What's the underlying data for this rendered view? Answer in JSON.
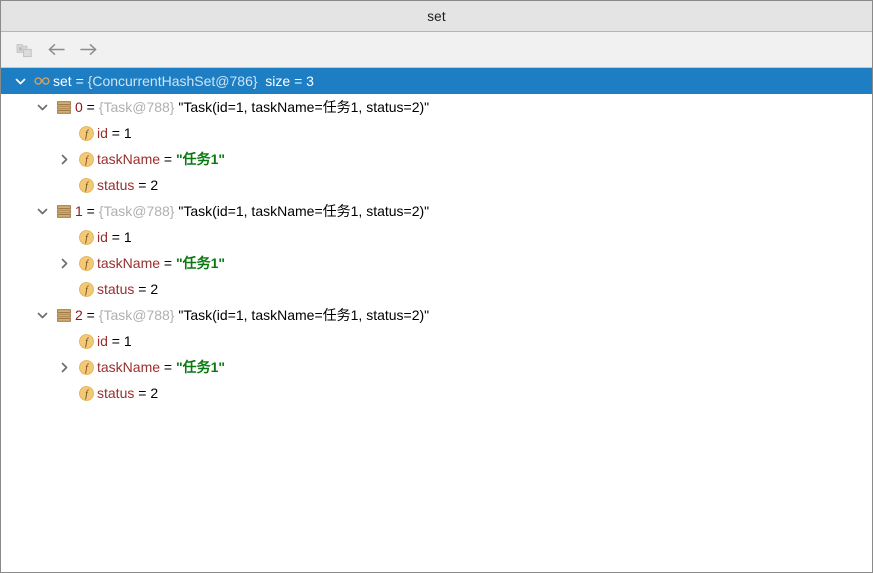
{
  "window": {
    "title": "set"
  },
  "toolbar": {
    "items": [
      {
        "name": "copy-value-button",
        "icon": "copy-icon",
        "enabled": false,
        "tooltip": "Copy Value"
      },
      {
        "name": "back-button",
        "icon": "arrow-left-icon",
        "enabled": true,
        "tooltip": "Back"
      },
      {
        "name": "forward-button",
        "icon": "arrow-right-icon",
        "enabled": true,
        "tooltip": "Forward"
      }
    ]
  },
  "colors": {
    "selection": "#1d7ec4",
    "titlebar": "#e4e4e4",
    "toolbar": "#f1f1f1",
    "field_icon": "#f0c070",
    "array_icon": "#c8a06a",
    "string_value": "#0a7a10",
    "field_name": "#9a2e2e",
    "type_ref": "#b0b0b0"
  },
  "tree": {
    "rows": [
      {
        "id": "root",
        "depth": 0,
        "selected": true,
        "expanded": true,
        "twisty": "chevron-down-icon",
        "icon": "watch-collection-icon",
        "name": "set",
        "eq": " = ",
        "type": "{ConcurrentHashSet@786}",
        "size": "  size = 3",
        "value": ""
      },
      {
        "id": "item-0",
        "depth": 1,
        "selected": false,
        "expanded": true,
        "twisty": "chevron-down-icon",
        "icon": "array-element-icon",
        "name": "0",
        "eq": " = ",
        "type": "{Task@788}",
        "value": "\"Task(id=1, taskName=任务1, status=2)\""
      },
      {
        "id": "item-0-id",
        "depth": 2,
        "selected": false,
        "expanded": null,
        "twisty": "none",
        "icon": "field-icon",
        "name": "id",
        "eq": " = ",
        "type": "",
        "value": "1",
        "value_kind": "number"
      },
      {
        "id": "item-0-taskName",
        "depth": 2,
        "selected": false,
        "expanded": false,
        "twisty": "chevron-right-icon",
        "icon": "field-icon",
        "name": "taskName",
        "eq": " = ",
        "type": "",
        "value": "\"任务1\"",
        "value_kind": "string"
      },
      {
        "id": "item-0-status",
        "depth": 2,
        "selected": false,
        "expanded": null,
        "twisty": "none",
        "icon": "field-icon",
        "name": "status",
        "eq": " = ",
        "type": "",
        "value": "2",
        "value_kind": "number"
      },
      {
        "id": "item-1",
        "depth": 1,
        "selected": false,
        "expanded": true,
        "twisty": "chevron-down-icon",
        "icon": "array-element-icon",
        "name": "1",
        "eq": " = ",
        "type": "{Task@788}",
        "value": "\"Task(id=1, taskName=任务1, status=2)\""
      },
      {
        "id": "item-1-id",
        "depth": 2,
        "selected": false,
        "expanded": null,
        "twisty": "none",
        "icon": "field-icon",
        "name": "id",
        "eq": " = ",
        "type": "",
        "value": "1",
        "value_kind": "number"
      },
      {
        "id": "item-1-taskName",
        "depth": 2,
        "selected": false,
        "expanded": false,
        "twisty": "chevron-right-icon",
        "icon": "field-icon",
        "name": "taskName",
        "eq": " = ",
        "type": "",
        "value": "\"任务1\"",
        "value_kind": "string"
      },
      {
        "id": "item-1-status",
        "depth": 2,
        "selected": false,
        "expanded": null,
        "twisty": "none",
        "icon": "field-icon",
        "name": "status",
        "eq": " = ",
        "type": "",
        "value": "2",
        "value_kind": "number"
      },
      {
        "id": "item-2",
        "depth": 1,
        "selected": false,
        "expanded": true,
        "twisty": "chevron-down-icon",
        "icon": "array-element-icon",
        "name": "2",
        "eq": " = ",
        "type": "{Task@788}",
        "value": "\"Task(id=1, taskName=任务1, status=2)\""
      },
      {
        "id": "item-2-id",
        "depth": 2,
        "selected": false,
        "expanded": null,
        "twisty": "none",
        "icon": "field-icon",
        "name": "id",
        "eq": " = ",
        "type": "",
        "value": "1",
        "value_kind": "number"
      },
      {
        "id": "item-2-taskName",
        "depth": 2,
        "selected": false,
        "expanded": false,
        "twisty": "chevron-right-icon",
        "icon": "field-icon",
        "name": "taskName",
        "eq": " = ",
        "type": "",
        "value": "\"任务1\"",
        "value_kind": "string"
      },
      {
        "id": "item-2-status",
        "depth": 2,
        "selected": false,
        "expanded": null,
        "twisty": "none",
        "icon": "field-icon",
        "name": "status",
        "eq": " = ",
        "type": "",
        "value": "2",
        "value_kind": "number"
      }
    ]
  }
}
